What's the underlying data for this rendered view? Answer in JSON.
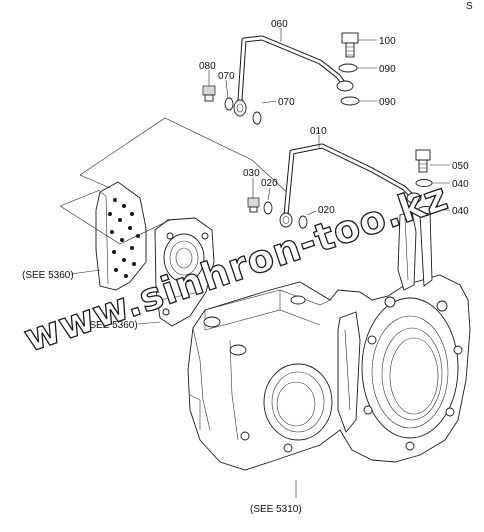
{
  "corner_mark": "S",
  "callouts": {
    "c060": "060",
    "c100": "100",
    "c080": "080",
    "c070a": "070",
    "c090a": "090",
    "c070b": "070",
    "c090b": "090",
    "c010": "010",
    "c050": "050",
    "c030": "030",
    "c020a": "020",
    "c040a": "040",
    "c020b": "020",
    "c040b": "040"
  },
  "references": {
    "see_5360_a": "(SEE 5360)",
    "see_5360_b": "(SEE 5360)",
    "see_5310": "(SEE 5310)"
  },
  "watermark": "www.sinhron-too.kz"
}
